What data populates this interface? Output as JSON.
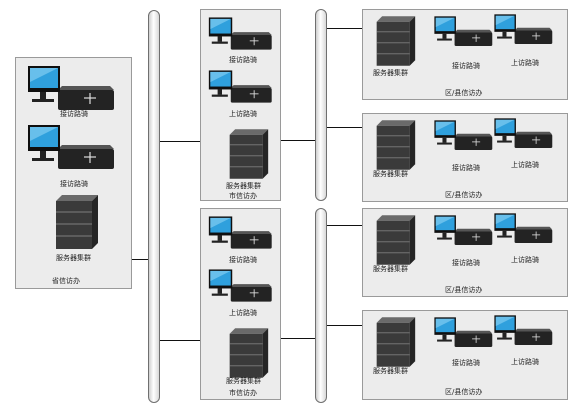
{
  "labels": {
    "access_switch": "接访路骑",
    "uplink_switch": "上访路骑",
    "server_cluster": "服务器集群",
    "provincial_center": "省信访办",
    "city_center": "市信访办",
    "district_center": "区/县信访办"
  }
}
